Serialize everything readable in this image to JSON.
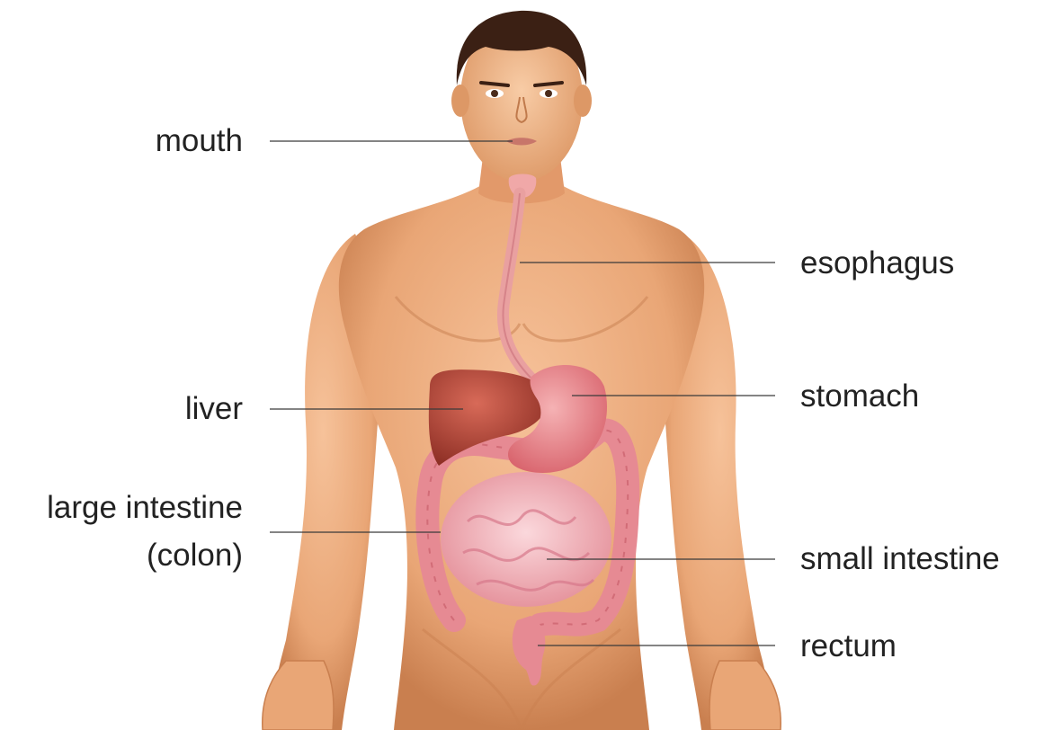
{
  "labels": {
    "mouth": "mouth",
    "esophagus": "esophagus",
    "liver": "liver",
    "stomach": "stomach",
    "large_intestine_line1": "large intestine",
    "large_intestine_line2": "(colon)",
    "small_intestine": "small intestine",
    "rectum": "rectum"
  },
  "colors": {
    "skin": "#e9a676",
    "skin_shadow": "#c97f4f",
    "hair": "#3b2014",
    "liver": "#b84a3a",
    "stomach": "#e8868c",
    "intestine": "#e99aa2",
    "text": "#222222",
    "leader_line": "#3a3a3a"
  }
}
